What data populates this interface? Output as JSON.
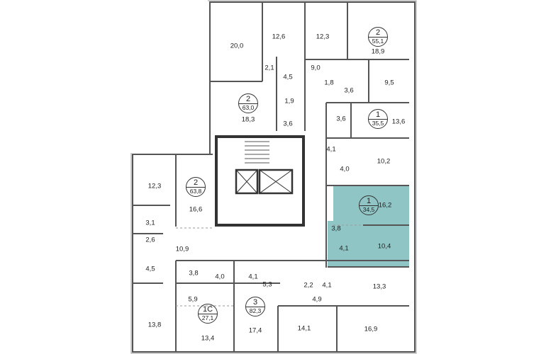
{
  "highlight_color": "#8fc6c5",
  "apartments": [
    {
      "rooms": "2",
      "area": "55,1"
    },
    {
      "rooms": "2",
      "area": "63,0"
    },
    {
      "rooms": "1",
      "area": "35,5"
    },
    {
      "rooms": "2",
      "area": "63,8"
    },
    {
      "rooms": "1",
      "area": "34,5",
      "selected": true
    },
    {
      "rooms": "1С",
      "area": "27,1"
    },
    {
      "rooms": "3",
      "area": "82,3"
    }
  ],
  "rooms": [
    "20,0",
    "12,6",
    "12,3",
    "18,9",
    "2,1",
    "4,5",
    "9,0",
    "1,8",
    "3,6",
    "9,5",
    "18,3",
    "1,9",
    "3,6",
    "3,6",
    "13,6",
    "4,1",
    "10,2",
    "4,0",
    "12,3",
    "16,6",
    "3,1",
    "2,6",
    "10,9",
    "4,5",
    "16,2",
    "3,8",
    "4,1",
    "10,4",
    "3,8",
    "4,0",
    "4,1",
    "5,3",
    "2,2",
    "4,1",
    "13,3",
    "5,9",
    "4,9",
    "13,8",
    "13,4",
    "17,4",
    "14,1",
    "16,9"
  ]
}
